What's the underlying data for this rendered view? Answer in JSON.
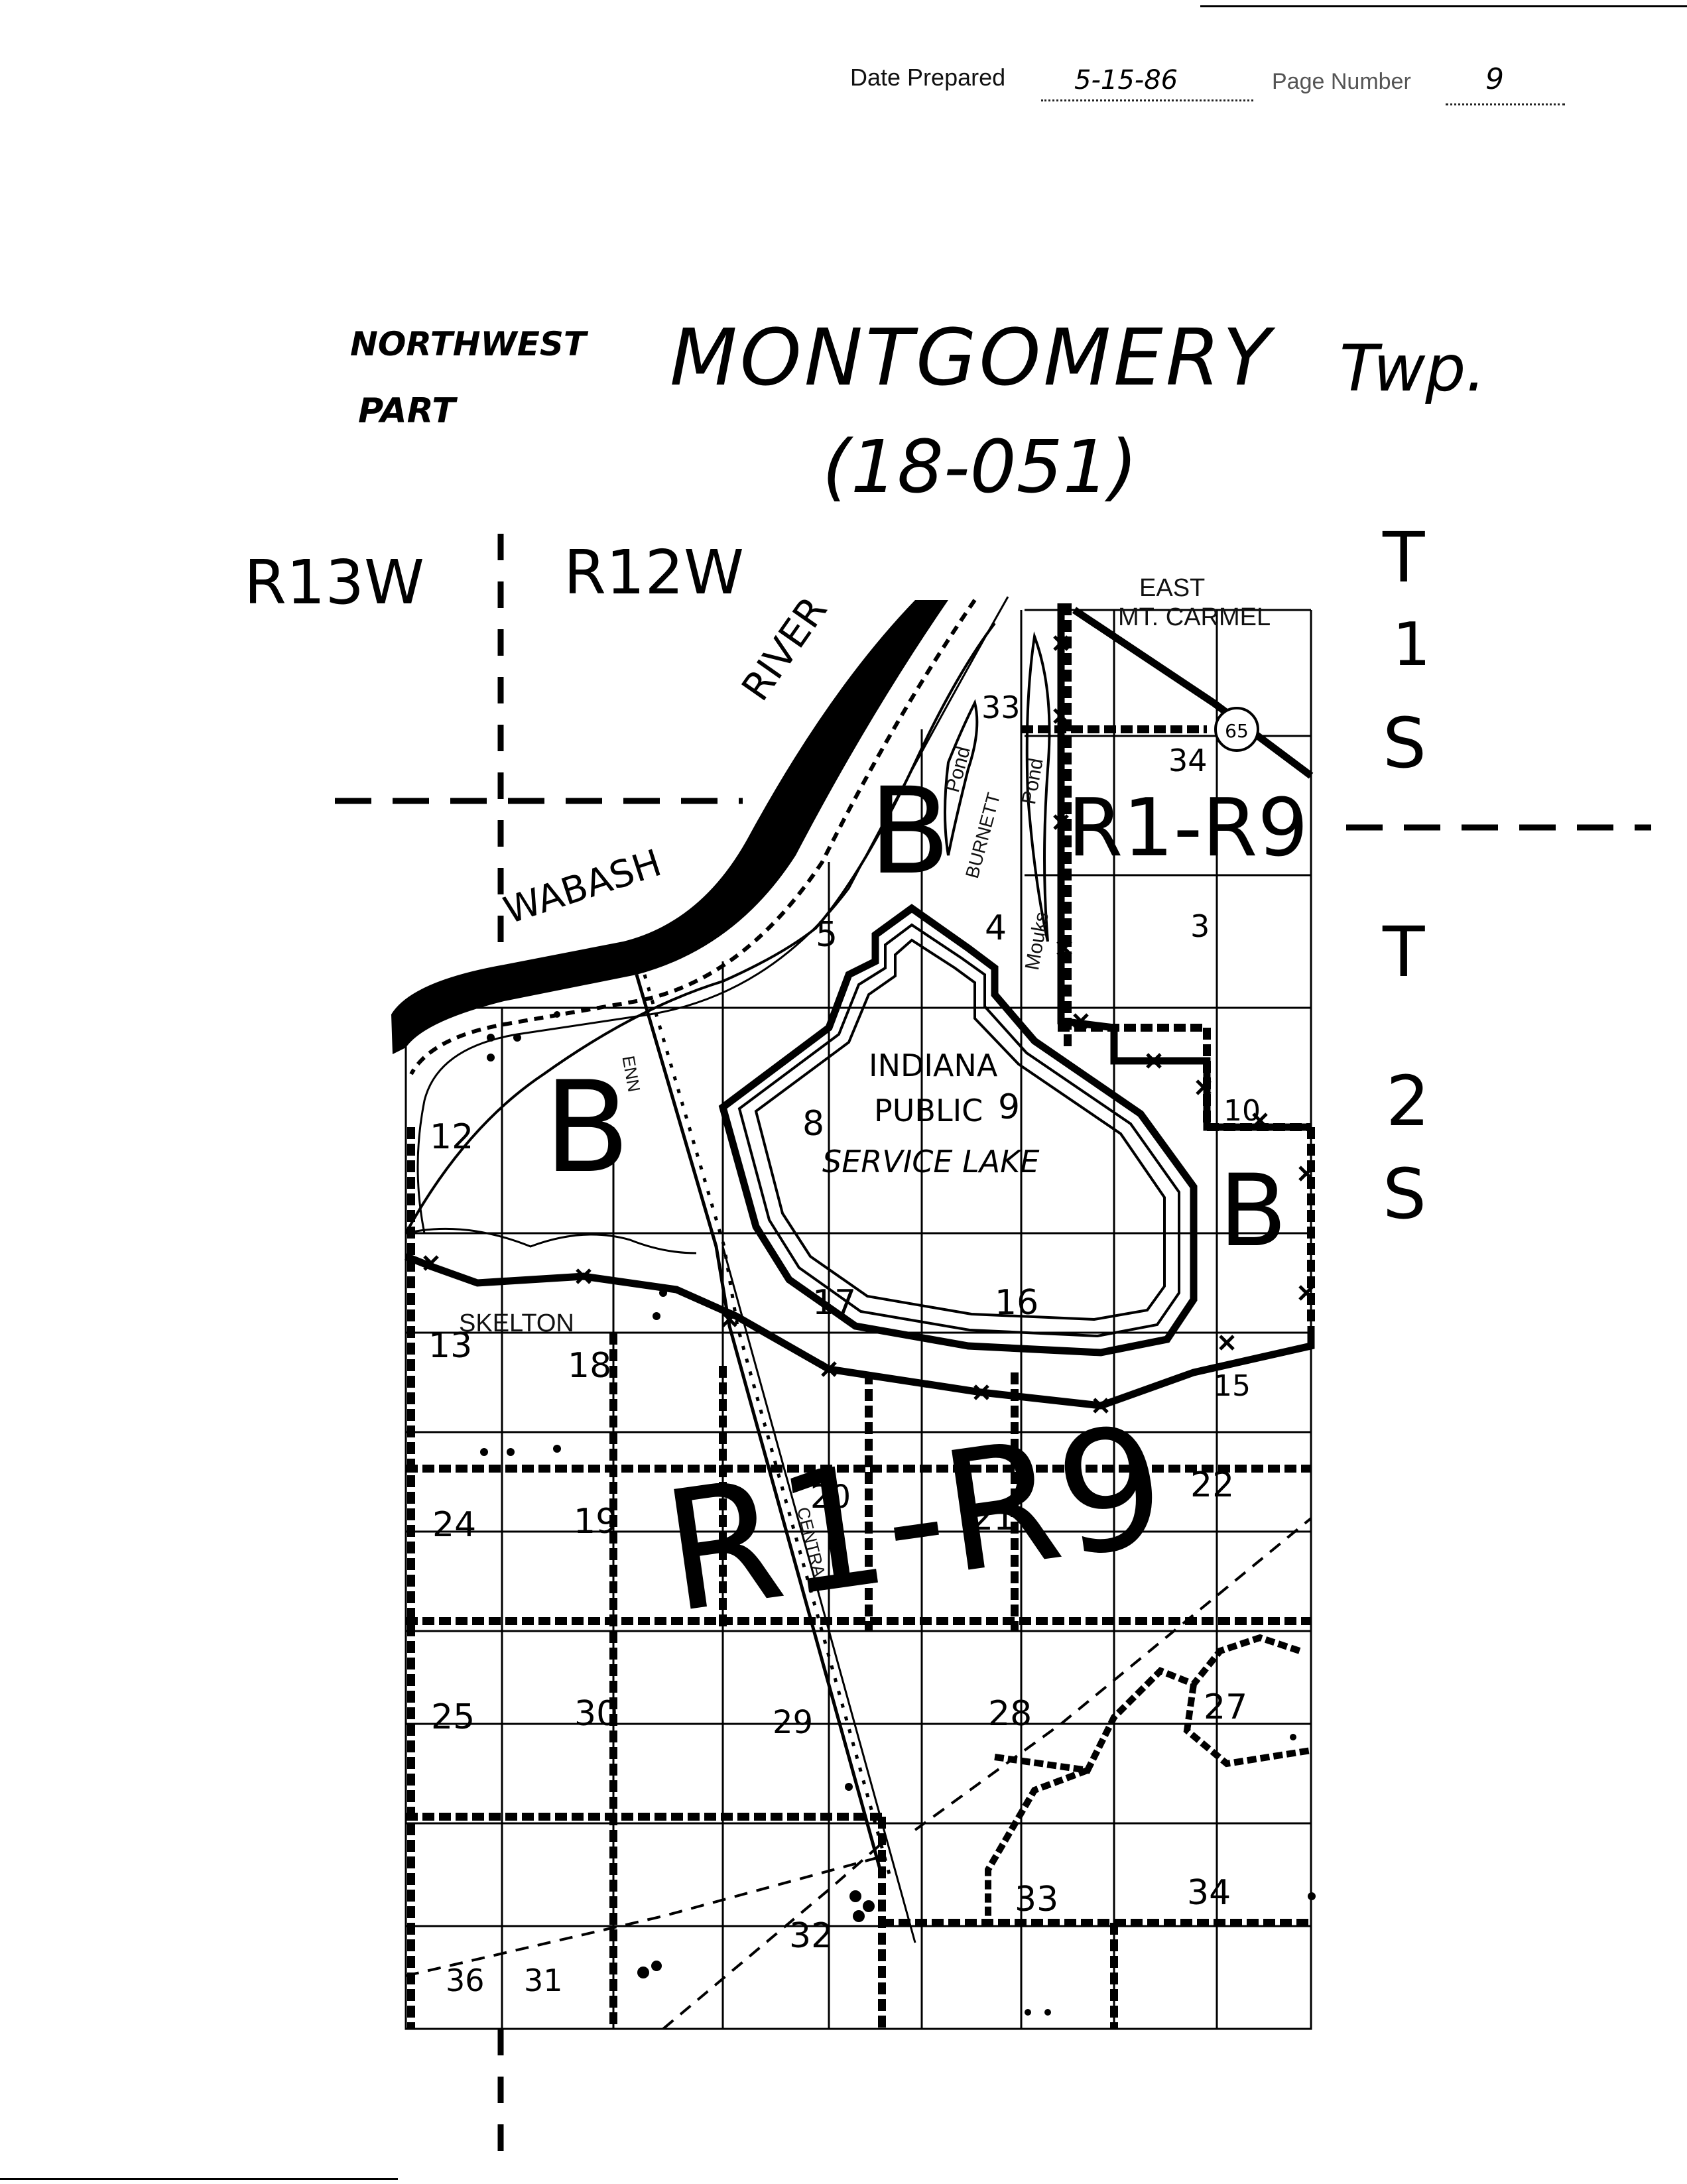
{
  "header": {
    "date_label": "Date Prepared",
    "date_value": "5-15-86",
    "page_label": "Page Number",
    "page_value": "9"
  },
  "titles": {
    "region_line1": "NORTHWEST",
    "region_line2": "PART",
    "township": "MONTGOMERY",
    "township_suffix": "Twp.",
    "code": "(18-051)"
  },
  "ranges": {
    "west": "R13W",
    "east": "R12W"
  },
  "townships": {
    "north": [
      "T",
      "1",
      "S"
    ],
    "south": [
      "T",
      "2",
      "S"
    ]
  },
  "places": {
    "river_1": "RIVER",
    "river_2": "WABASH",
    "town_1": "EAST",
    "town_2": "MT. CARMEL",
    "village": "SKELTON",
    "highway": "65",
    "lake_1": "INDIANA",
    "lake_2": "PUBLIC",
    "lake_3": "SERVICE LAKE",
    "pond_1": "Pond",
    "pond_2": "BURNETT",
    "pond_3": "Pond",
    "pond_4": "Mouks",
    "rail_1": "ENN",
    "rail_2": "CENTRAL"
  },
  "zones": {
    "b_main": "B",
    "b_west": "B",
    "b_east": "B",
    "r_north": "R1-R9",
    "r_south": "R1-R9"
  },
  "sections": {
    "s33n": "33",
    "s34n": "34",
    "s5": "5",
    "s4": "4",
    "s3": "3",
    "s12": "12",
    "s8": "8",
    "s9": "9",
    "s10": "10",
    "s13": "13",
    "s18": "18",
    "s17": "17",
    "s16": "16",
    "s15": "15",
    "s24": "24",
    "s19": "19",
    "s20": "20",
    "s21": "21",
    "s22": "22",
    "s25": "25",
    "s30": "30",
    "s29": "29",
    "s28": "28",
    "s27": "27",
    "s36": "36",
    "s31": "31",
    "s32": "32",
    "s33s": "33",
    "s34s": "34"
  }
}
